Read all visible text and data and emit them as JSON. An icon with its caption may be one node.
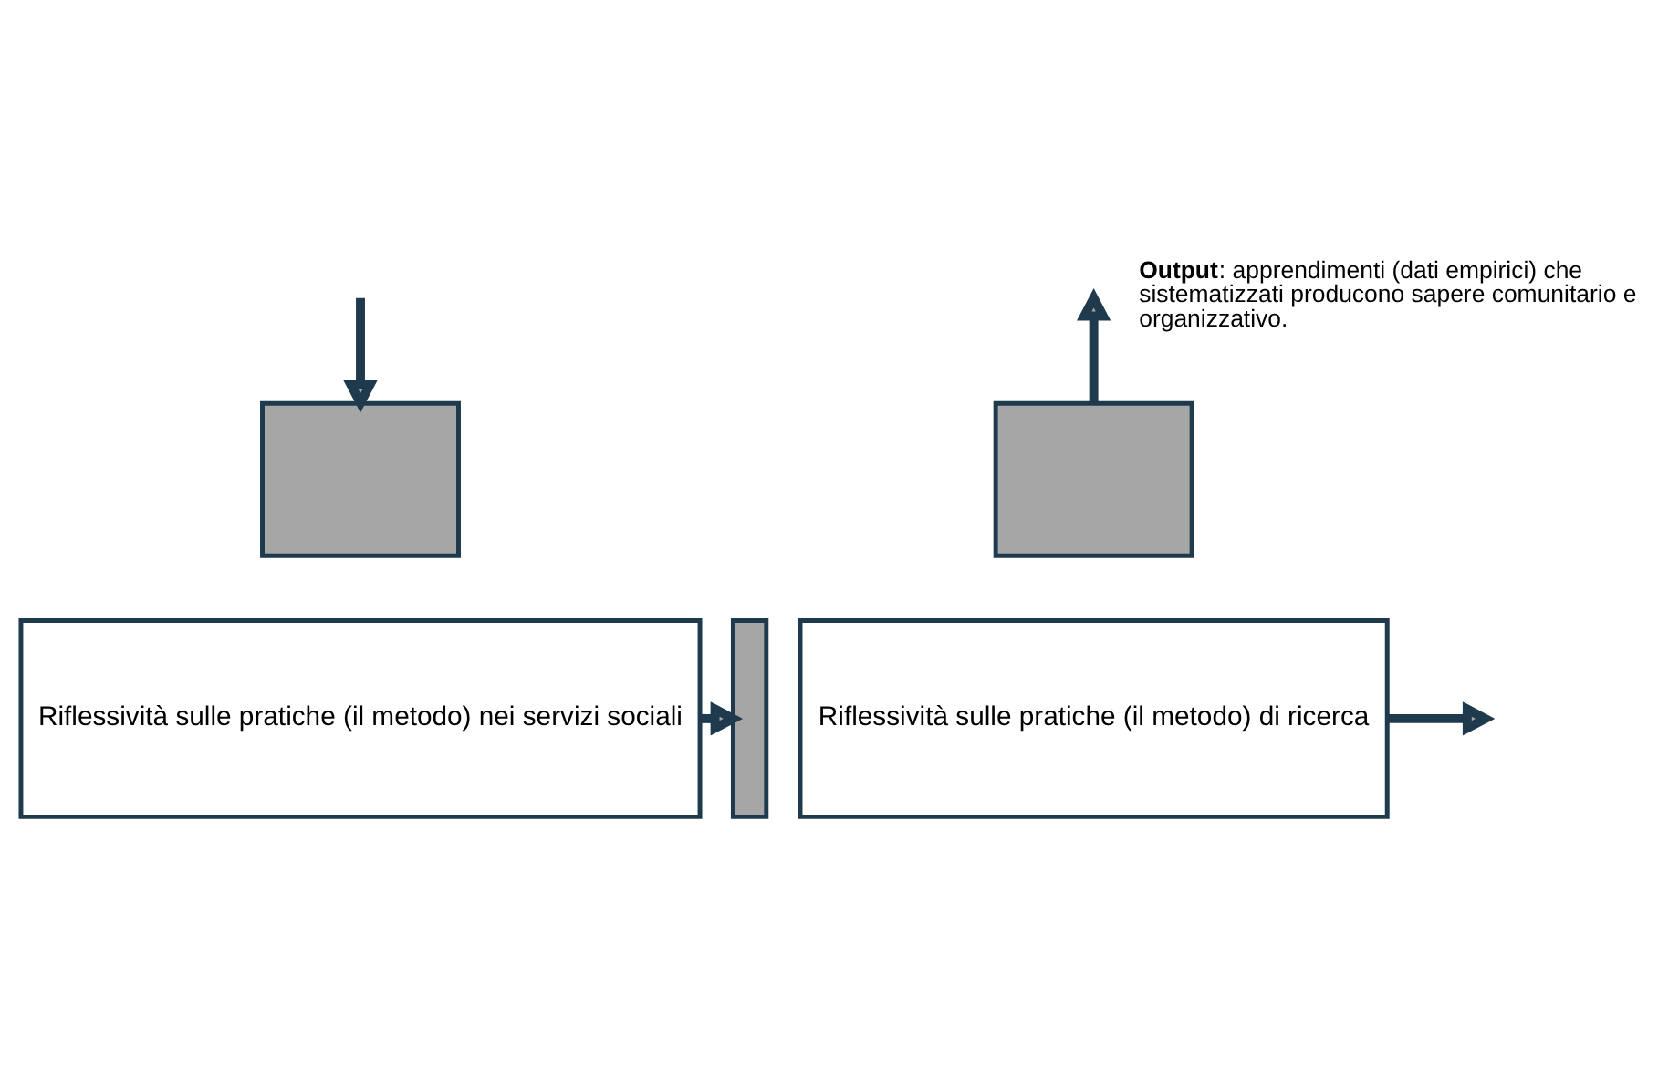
{
  "diagram": {
    "nodes": [
      {
        "text": [],
        "shape": "box"
      },
      {
        "text": [],
        "shape": "box"
      },
      {
        "text": [
          "Riflessività sulle pratiche (il metodo) nei servizi sociali"
        ]
      },
      {
        "text": [],
        "shape": "bar"
      },
      {
        "text": [
          "Riflessività sulle pratiche (il metodo) di ricerca"
        ]
      }
    ],
    "edges": [
      {
        "from": null,
        "to": 0,
        "arrow": "to"
      },
      {
        "from": 1,
        "to": null,
        "arrow": "to"
      },
      {
        "from": 2,
        "to": 3,
        "arrow": "to"
      },
      {
        "from": 4,
        "to": null,
        "arrow": "to"
      }
    ],
    "labels": [
      "**Output**: apprendimenti (dati empirici) che sistematizzati producono sapere comunitario e organizzativo."
    ]
  }
}
